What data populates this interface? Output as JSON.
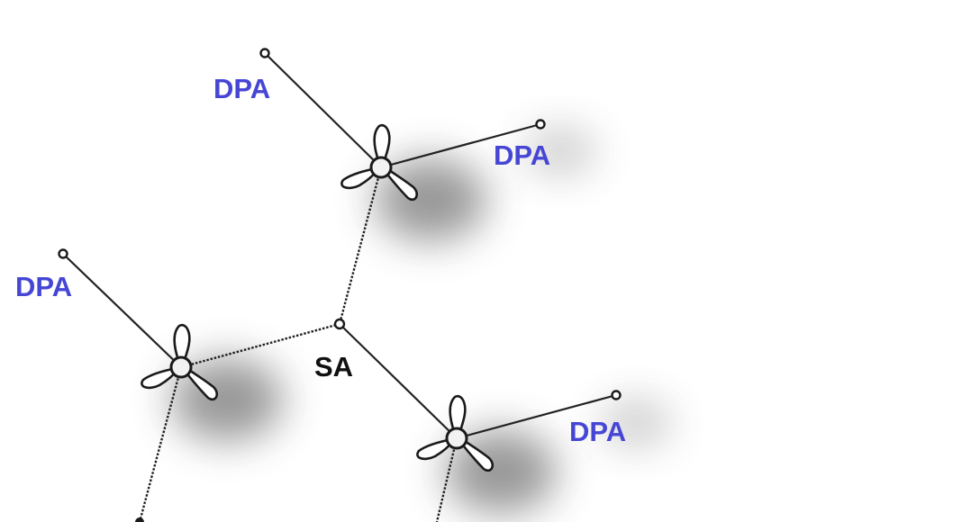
{
  "colors": {
    "dpa_label": "#4646d6",
    "sa_label": "#111111",
    "edge": "#222222",
    "shadow": "#444444"
  },
  "labels": {
    "sa": "SA",
    "dpa_top": "DPA",
    "dpa_upper_right": "DPA",
    "dpa_left": "DPA",
    "dpa_lower_right": "DPA"
  },
  "icons": {
    "drone": "quadcopter-icon",
    "point": "node-point-icon"
  }
}
